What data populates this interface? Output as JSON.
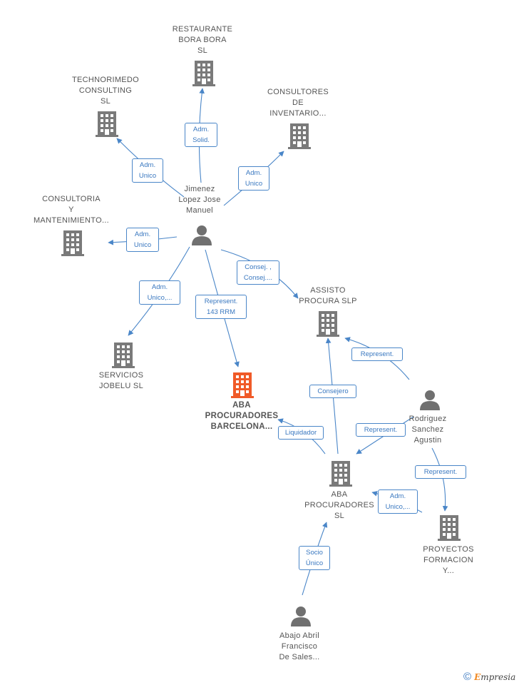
{
  "colors": {
    "edge": "#4a86c8",
    "building_default": "#7a7a7a",
    "building_highlight": "#f05a28",
    "person": "#707070"
  },
  "nodes": {
    "restaurante": "RESTAURANTE\nBORA BORA\nSL",
    "technorimedo": "TECHNORIMEDO\nCONSULTING\nSL",
    "consultores": "CONSULTORES\nDE\nINVENTARIO...",
    "consultoria": "CONSULTORIA\nY\nMANTENIMIENTO...",
    "jimenez": "Jimenez\nLopez Jose\nManuel",
    "servicios": "SERVICIOS\nJOBELU SL",
    "aba_barcelona": "ABA\nPROCURADORES\nBARCELONA...",
    "assisto": "ASSISTO\nPROCURA SLP",
    "rodriguez": "Rodriguez\nSanchez\nAgustin",
    "aba_sl": "ABA\nPROCURADORES\nSL",
    "proyectos": "PROYECTOS\nFORMACION\nY...",
    "abajo": "Abajo Abril\nFrancisco\nDe Sales..."
  },
  "edges": {
    "adm_solid": "Adm.\nSolid.",
    "adm_unico_techno": "Adm.\nUnico",
    "adm_unico_consultores": "Adm.\nUnico",
    "adm_unico_consultoria": "Adm.\nUnico",
    "adm_unico_servicios": "Adm.\nUnico,...",
    "represent_143": "Represent.\n143 RRM",
    "consej": "Consej. ,\nConsej....",
    "represent_assisto": "Represent.",
    "consejero": "Consejero",
    "liquidador": "Liquidador",
    "represent_aba": "Represent.",
    "represent_proyectos": "Represent.",
    "adm_unico_aba": "Adm.\nUnico,...",
    "socio_unico": "Socio\nÚnico"
  },
  "brand": {
    "copyright": "©",
    "e": "E",
    "rest": "mpresia"
  }
}
